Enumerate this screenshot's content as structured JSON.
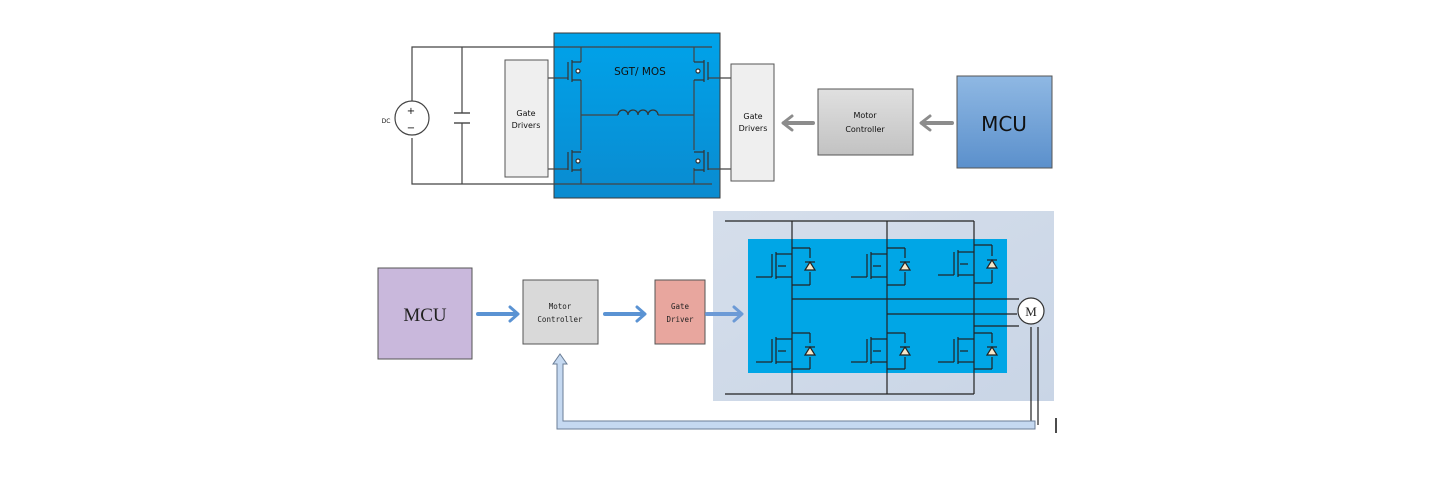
{
  "top_diagram": {
    "dc_source_label": "DC",
    "dc_plus": "+",
    "dc_minus": "−",
    "left_gate_drivers": [
      "Gate",
      "Drivers"
    ],
    "bridge_label": "SGT/ MOS",
    "right_gate_drivers": [
      "Gate",
      "Drivers"
    ],
    "motor_controller": [
      "Motor",
      "Controller"
    ],
    "mcu_label": "MCU",
    "colors": {
      "bridge_fill": "#0099e0",
      "mcu_fill": "#6b9fd4",
      "controller_fill": "#cfcfcf",
      "driver_fill": "#efefef",
      "arrow": "#8c8c8c"
    }
  },
  "bottom_diagram": {
    "mcu_label": "MCU",
    "motor_controller": [
      "Motor",
      "Controller"
    ],
    "gate_driver": [
      "Gate",
      "Driver"
    ],
    "motor_label": "M",
    "colors": {
      "mcu_fill": "#c9b8dc",
      "controller_fill": "#d9d9d9",
      "driver_fill": "#e8a69e",
      "inverter_bg": "#d3dcea",
      "inverter_fill": "#00a6e6",
      "arrow": "#5b93d3",
      "feedback_fill": "#c5d9f1"
    }
  }
}
